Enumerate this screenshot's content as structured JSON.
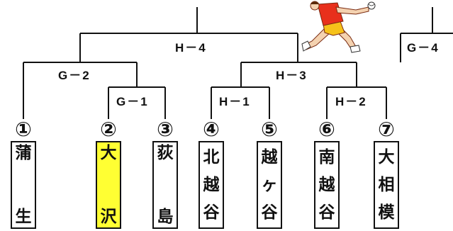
{
  "matches": {
    "h4": "H－4",
    "h3": "H－3",
    "h2": "H－2",
    "h1": "H－1",
    "g4": "G－4",
    "g2": "G－2",
    "g1": "G－1"
  },
  "teams": [
    {
      "num": "①",
      "chars": [
        "蒲",
        "生"
      ],
      "highlight": false
    },
    {
      "num": "②",
      "chars": [
        "大",
        "沢"
      ],
      "highlight": true
    },
    {
      "num": "③",
      "chars": [
        "荻",
        "島"
      ],
      "highlight": false
    },
    {
      "num": "④",
      "chars": [
        "北",
        "越",
        "谷"
      ],
      "highlight": false
    },
    {
      "num": "⑤",
      "chars": [
        "越",
        "ヶ",
        "谷"
      ],
      "highlight": false
    },
    {
      "num": "⑥",
      "chars": [
        "南",
        "越",
        "谷"
      ],
      "highlight": false
    },
    {
      "num": "⑦",
      "chars": [
        "大",
        "相",
        "模"
      ],
      "highlight": false
    }
  ],
  "colors": {
    "highlight": "#ffff33",
    "line": "#111111",
    "player_shirt": "#e8301c",
    "player_shorts": "#f6c21a"
  },
  "icons": {
    "player": "volleyball-player-icon",
    "ball": "volleyball-icon"
  }
}
